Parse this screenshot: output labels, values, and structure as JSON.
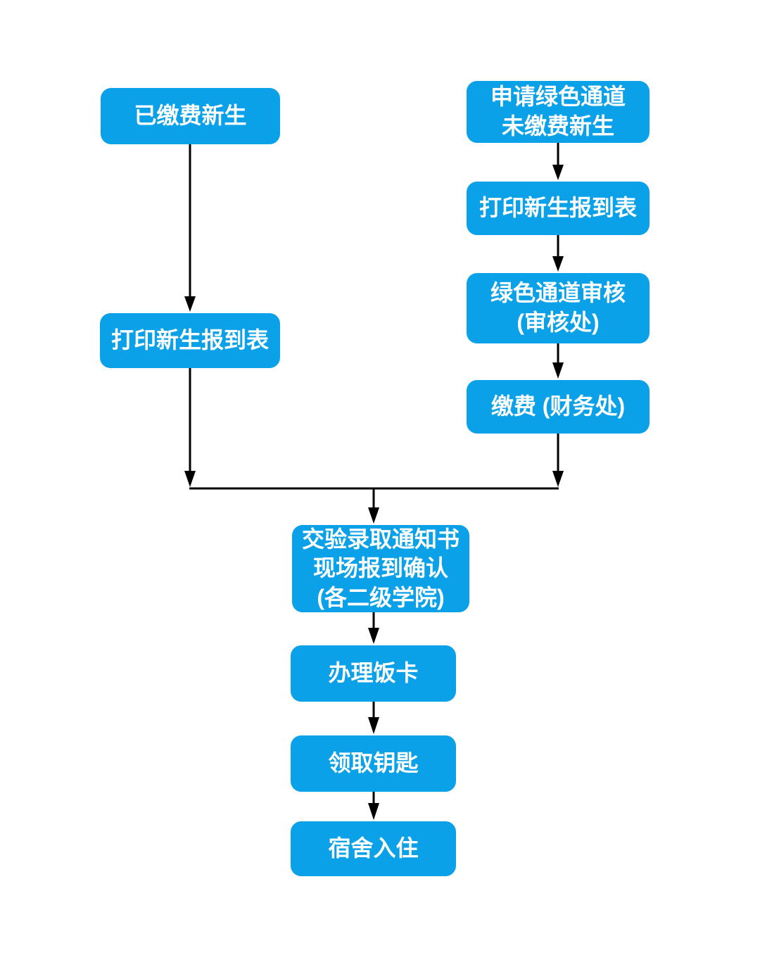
{
  "colors": {
    "box_fill": "#0aa1e8",
    "box_text": "#ffffff",
    "arrow": "#000000",
    "background": "#ffffff"
  },
  "nodes": {
    "paid_student": {
      "lines": [
        "已缴费新生"
      ]
    },
    "green_apply": {
      "lines": [
        "申请绿色通道",
        "未缴费新生"
      ]
    },
    "print_form_right": {
      "lines": [
        "打印新生报到表"
      ]
    },
    "green_review": {
      "lines": [
        "绿色通道审核",
        "(审核处)"
      ]
    },
    "pay_fee": {
      "lines": [
        "缴费 (财务处)"
      ]
    },
    "print_form_left": {
      "lines": [
        "打印新生报到表"
      ]
    },
    "confirm_onsite": {
      "lines": [
        "交验录取通知书",
        "现场报到确认",
        "(各二级学院)"
      ]
    },
    "meal_card": {
      "lines": [
        "办理饭卡"
      ]
    },
    "get_keys": {
      "lines": [
        "领取钥匙"
      ]
    },
    "dorm_checkin": {
      "lines": [
        "宿舍入住"
      ]
    }
  },
  "edges": [
    {
      "from": "paid_student",
      "to": "print_form_left"
    },
    {
      "from": "green_apply",
      "to": "print_form_right"
    },
    {
      "from": "print_form_right",
      "to": "green_review"
    },
    {
      "from": "green_review",
      "to": "pay_fee"
    },
    {
      "from": "print_form_left",
      "to": "confirm_onsite"
    },
    {
      "from": "pay_fee",
      "to": "confirm_onsite"
    },
    {
      "from": "confirm_onsite",
      "to": "meal_card"
    },
    {
      "from": "meal_card",
      "to": "get_keys"
    },
    {
      "from": "get_keys",
      "to": "dorm_checkin"
    }
  ]
}
